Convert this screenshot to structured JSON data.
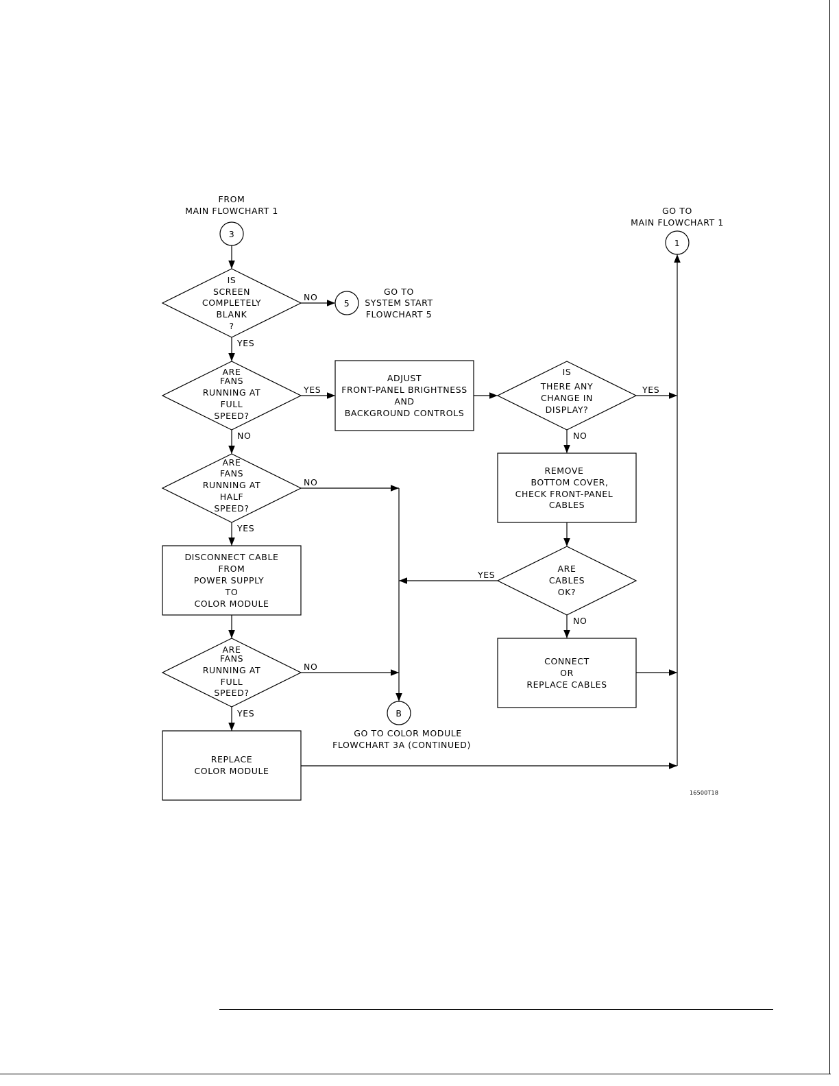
{
  "connectors": {
    "from_main": {
      "label_1": "FROM",
      "label_2": "MAIN FLOWCHART 1",
      "number": "3"
    },
    "to_main": {
      "label_1": "GO TO",
      "label_2": "MAIN FLOWCHART 1",
      "number": "1"
    },
    "to_system_start": {
      "number": "5",
      "label_1": "GO TO",
      "label_2": "SYSTEM START",
      "label_3": "FLOWCHART 5"
    },
    "to_color_module": {
      "letter": "B",
      "label_1": "GO TO COLOR MODULE",
      "label_2": "FLOWCHART 3A (CONTINUED)"
    }
  },
  "decisions": {
    "screen_blank": [
      "IS",
      "SCREEN",
      "COMPLETELY",
      "BLANK",
      "?"
    ],
    "fans_full_1": [
      "ARE",
      "FANS",
      "RUNNING AT",
      "FULL",
      "SPEED?"
    ],
    "fans_half": [
      "ARE",
      "FANS",
      "RUNNING AT",
      "HALF",
      "SPEED?"
    ],
    "fans_full_2": [
      "ARE",
      "FANS",
      "RUNNING AT",
      "FULL",
      "SPEED?"
    ],
    "display_change": [
      "IS",
      "THERE ANY",
      "CHANGE IN",
      "DISPLAY?"
    ],
    "cables_ok": [
      "ARE",
      "CABLES",
      "OK?"
    ]
  },
  "processes": {
    "adjust_controls": [
      "ADJUST",
      "FRONT-PANEL BRIGHTNESS",
      "AND",
      "BACKGROUND CONTROLS"
    ],
    "remove_cover": [
      "REMOVE",
      "BOTTOM COVER,",
      "CHECK FRONT-PANEL",
      "CABLES"
    ],
    "disconnect_cable": [
      "DISCONNECT CABLE",
      "FROM",
      "POWER SUPPLY",
      "TO",
      "COLOR MODULE"
    ],
    "connect_cables": [
      "CONNECT",
      "OR",
      "REPLACE CABLES"
    ],
    "replace_module": [
      "REPLACE",
      "COLOR MODULE"
    ]
  },
  "branch_labels": {
    "yes": "YES",
    "no": "NO"
  },
  "figure_id": "16500T18"
}
